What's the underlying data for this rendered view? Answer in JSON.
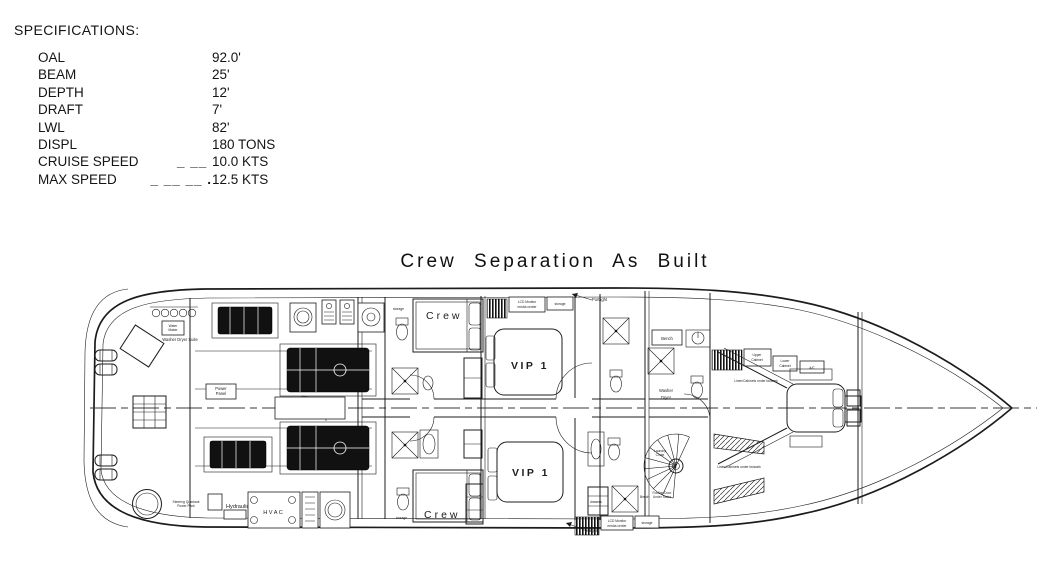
{
  "specifications": {
    "heading": "SPECIFICATIONS:",
    "rows": [
      {
        "label": "OAL",
        "leader": "",
        "value": "92.0'"
      },
      {
        "label": "BEAM",
        "leader": "",
        "value": "25'"
      },
      {
        "label": "DEPTH",
        "leader": "",
        "value": "12'"
      },
      {
        "label": "DRAFT",
        "leader": "",
        "value": "7'"
      },
      {
        "label": "LWL",
        "leader": "",
        "value": "82'"
      },
      {
        "label": "DISPL",
        "leader": "",
        "value": "180 TONS"
      },
      {
        "label": "CRUISE SPEED",
        "leader": "_ __ ",
        "value": "10.0 KTS"
      },
      {
        "label": "MAX SPEED",
        "leader": "_ __ __ .",
        "value": "12.5 KTS"
      }
    ]
  },
  "drawing": {
    "title": "Crew Separation As Built",
    "rooms": {
      "crew_top": "Crew",
      "crew_bottom": "Crew",
      "vip_top": "VIP 1",
      "vip_bottom": "VIP 1"
    },
    "labels": {
      "washer_dryer_suite": "Washer Dryer Suite",
      "water_maker_1": "Water",
      "water_maker_2": "Maker",
      "power_panel_1": "Power",
      "power_panel_2": "Panel",
      "hydraulic": "Hydraulic",
      "hvac": "H V A C",
      "steering_1": "Steering Quadrant",
      "steering_2": "Power Pack",
      "bench": "Bench",
      "washer": "Washer",
      "dryer": "Dryer",
      "storage": "storage",
      "lcd_1": "LCD Monitor",
      "lcd_2": "media center",
      "portlight": "Portlight",
      "upper_1": "Upper",
      "upper_2": "Cabinet",
      "lower_1": "Lower",
      "lower_2": "Cabinet",
      "linen": "Linen/Cabinets under bulwark",
      "ac": "A/C",
      "laundry_1": "Laundry",
      "laundry_2": "Chute",
      "folding_1": "Folding Door",
      "folding_2": "Under Stairs",
      "drawers": "drawers"
    }
  }
}
